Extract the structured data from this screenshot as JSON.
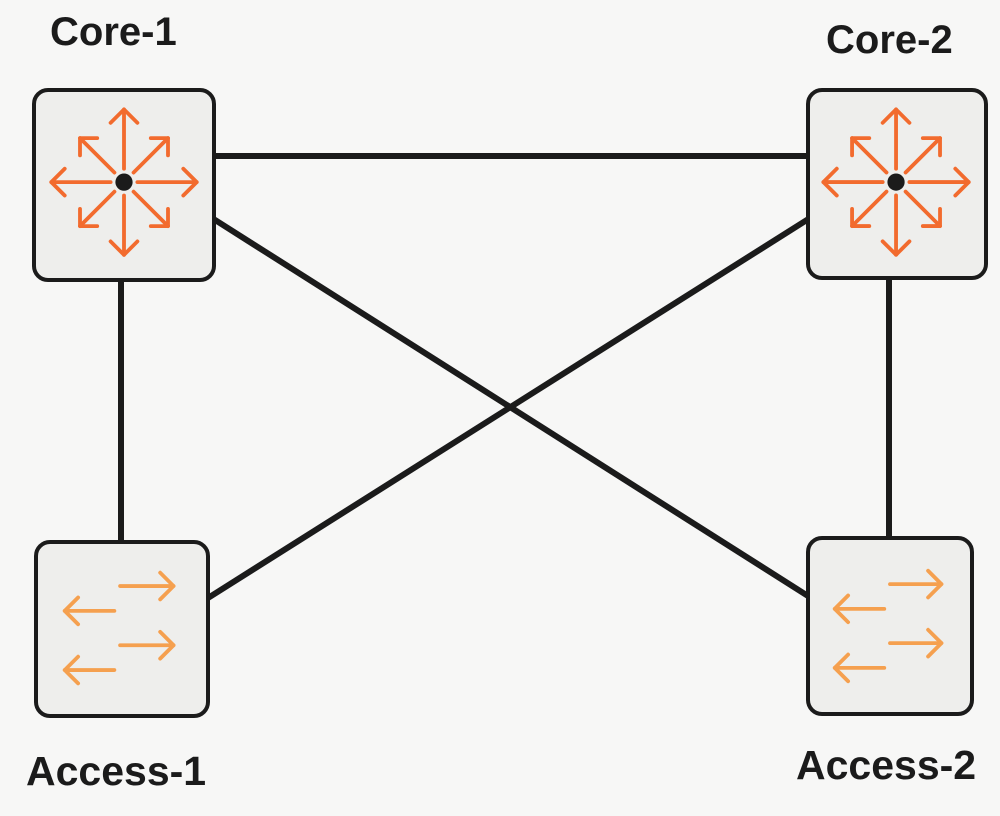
{
  "nodes": {
    "core1": {
      "label": "Core-1",
      "type": "router",
      "icon": "router-icon"
    },
    "core2": {
      "label": "Core-2",
      "type": "router",
      "icon": "router-icon"
    },
    "access1": {
      "label": "Access-1",
      "type": "switch",
      "icon": "switch-icon"
    },
    "access2": {
      "label": "Access-2",
      "type": "switch",
      "icon": "switch-icon"
    }
  },
  "links": [
    {
      "from": "Core-1",
      "to": "Core-2"
    },
    {
      "from": "Core-1",
      "to": "Access-1"
    },
    {
      "from": "Core-1",
      "to": "Access-2"
    },
    {
      "from": "Core-2",
      "to": "Access-1"
    },
    {
      "from": "Core-2",
      "to": "Access-2"
    }
  ],
  "colors": {
    "router_icon": "#f26b2e",
    "switch_icon": "#f5a04f",
    "line": "#1b1b1b",
    "box_fill": "#eeeeec",
    "background": "#f7f7f6"
  }
}
